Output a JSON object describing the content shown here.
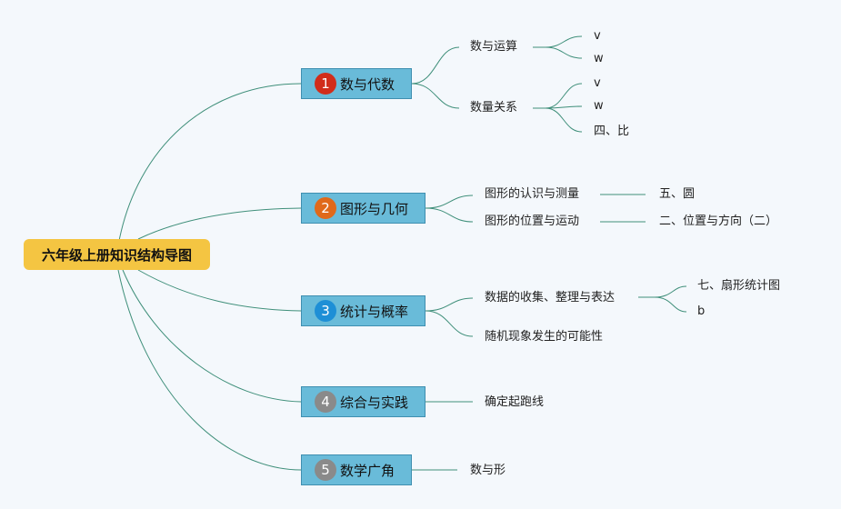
{
  "root": {
    "label": "六年级上册知识结构导图"
  },
  "branches": [
    {
      "badge": "1",
      "color": "#d12d1b",
      "label": "数与代数",
      "children": [
        {
          "label": "数与运算",
          "children": [
            "v",
            "w"
          ]
        },
        {
          "label": "数量关系",
          "children": [
            "v",
            "w",
            "四、比"
          ]
        }
      ]
    },
    {
      "badge": "2",
      "color": "#e0691a",
      "label": "图形与几何",
      "children": [
        {
          "label": "图形的认识与测量",
          "children": [
            "五、圆"
          ]
        },
        {
          "label": "图形的位置与运动",
          "children": [
            "二、位置与方向（二）"
          ]
        }
      ]
    },
    {
      "badge": "3",
      "color": "#1e8fd6",
      "label": "统计与概率",
      "children": [
        {
          "label": "数据的收集、整理与表达",
          "children": [
            "七、扇形统计图",
            "b"
          ]
        },
        {
          "label": "随机现象发生的可能性",
          "children": []
        }
      ]
    },
    {
      "badge": "4",
      "color": "#8a8a8a",
      "label": "综合与实践",
      "children": [
        {
          "label": "确定起跑线",
          "children": []
        }
      ]
    },
    {
      "badge": "5",
      "color": "#8a8a8a",
      "label": "数学广角",
      "children": [
        {
          "label": "数与形",
          "children": []
        }
      ]
    }
  ]
}
